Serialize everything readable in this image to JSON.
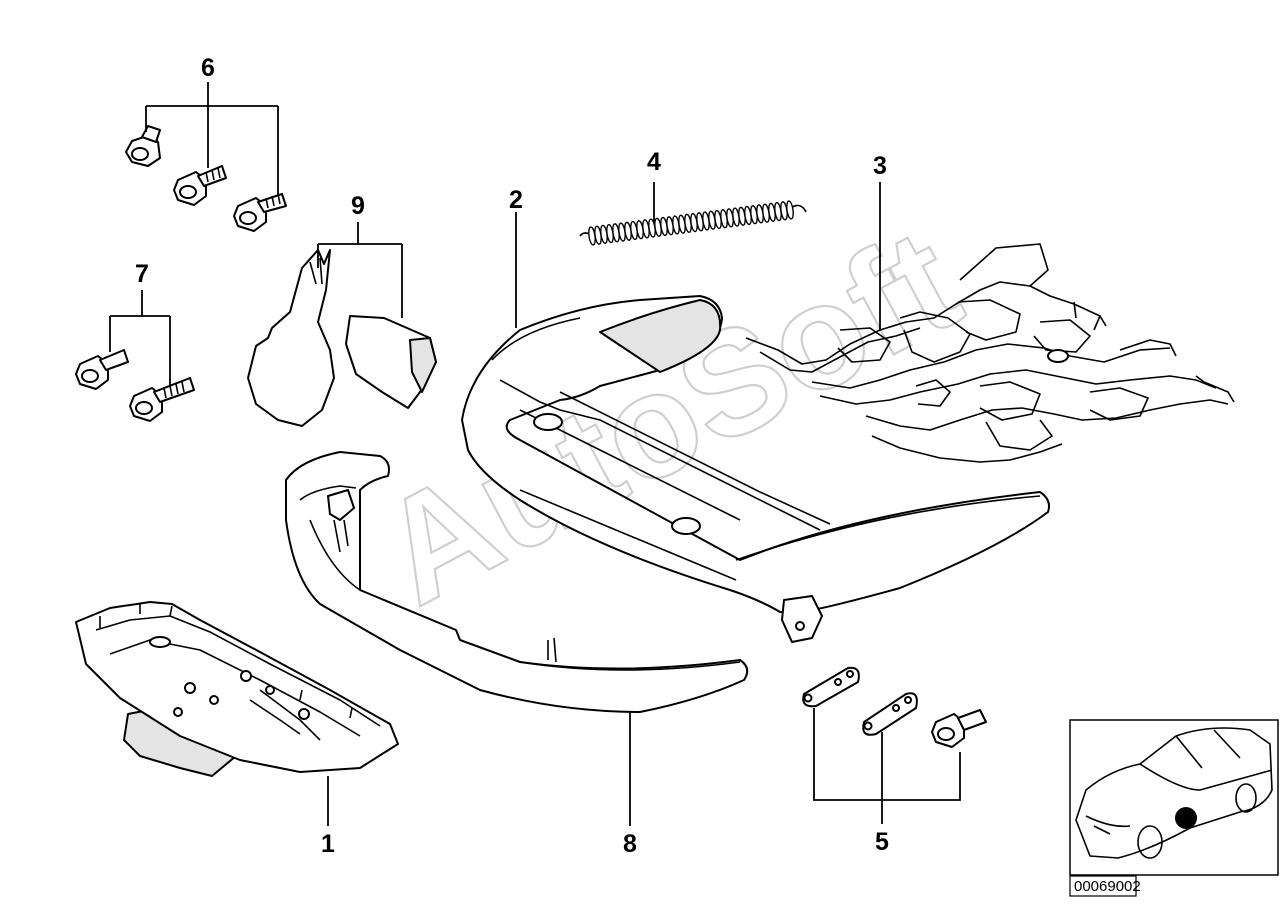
{
  "watermark": "AutoSoft",
  "image_id_label": "00069002",
  "callouts": [
    {
      "id": "c1",
      "text": "1"
    },
    {
      "id": "c2",
      "text": "2"
    },
    {
      "id": "c3",
      "text": "3"
    },
    {
      "id": "c4",
      "text": "4"
    },
    {
      "id": "c5",
      "text": "5"
    },
    {
      "id": "c6",
      "text": "6"
    },
    {
      "id": "c7",
      "text": "7"
    },
    {
      "id": "c8",
      "text": "8"
    },
    {
      "id": "c9",
      "text": "9"
    }
  ]
}
